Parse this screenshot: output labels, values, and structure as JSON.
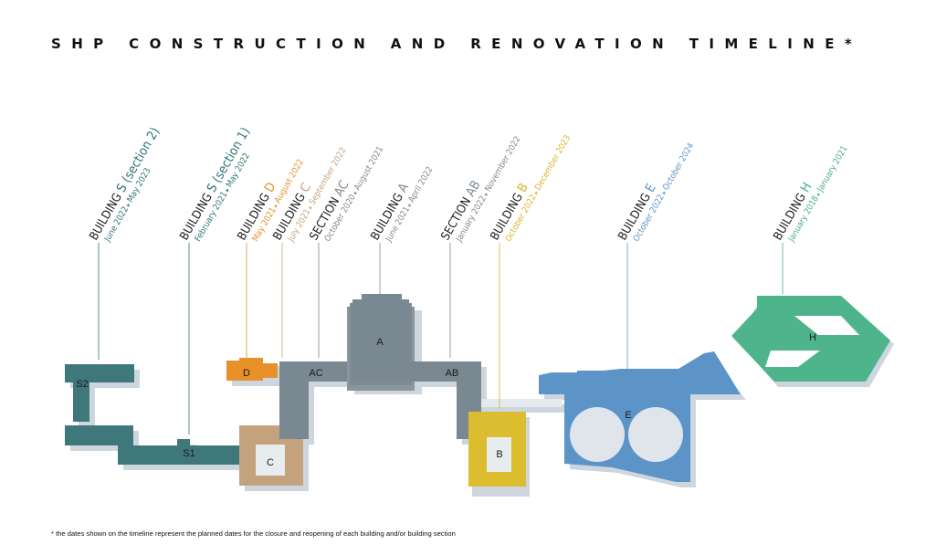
{
  "title": "SHP CONSTRUCTION AND RENOVATION TIMELINE*",
  "footnote": "* the dates shown on the timeline represent the planned dates for the closure and reopening of each building and/or building section",
  "colors": {
    "teal": "#3f787b",
    "grey": "#7a8891",
    "orange": "#e8902a",
    "tan": "#c4a27e",
    "yellow": "#dcbd2f",
    "blue": "#5d94c8",
    "green": "#4db48c",
    "shadow": "#cdd6de",
    "hole": "#dfe5ea"
  },
  "timeline": [
    {
      "prefix": "BUILDING ",
      "letter": "S (section 2)",
      "start": "June 2022",
      "end": "May 2023",
      "color": "#2f7478"
    },
    {
      "prefix": "BUILDING ",
      "letter": "S (section 1)",
      "start": "February 2021",
      "end": "May 2022",
      "color": "#2f7478"
    },
    {
      "prefix": "BUILDING ",
      "letter": "D",
      "start": "May 2021",
      "end": "August 2022",
      "color": "#e8902a"
    },
    {
      "prefix": "BUILDING ",
      "letter": "C",
      "start": "July 2021",
      "end": "September 2022",
      "color": "#c4a27e"
    },
    {
      "prefix": "SECTION ",
      "letter": "AC",
      "start": "October 2020",
      "end": "August 2021",
      "color": "#7f8a92"
    },
    {
      "prefix": "BUILDING ",
      "letter": "A",
      "start": "June 2021",
      "end": "April 2022",
      "color": "#7f8a92"
    },
    {
      "prefix": "SECTION ",
      "letter": "AB",
      "start": "January 2022",
      "end": "November 2022",
      "color": "#7f8a92"
    },
    {
      "prefix": "BUILDING ",
      "letter": "B",
      "start": "October 2022",
      "end": "December 2023",
      "color": "#d8b52d"
    },
    {
      "prefix": "BUILDING ",
      "letter": "E",
      "start": "October 2022",
      "end": "October 2024",
      "color": "#5d94c8"
    },
    {
      "prefix": "BUILDING ",
      "letter": "H",
      "start": "January 2018",
      "end": "January 2021",
      "color": "#4aae88"
    }
  ],
  "map_labels": {
    "s2": "S2",
    "s1": "S1",
    "d": "D",
    "c": "C",
    "ac": "AC",
    "a": "A",
    "ab": "AB",
    "b": "B",
    "e": "E",
    "h": "H"
  }
}
